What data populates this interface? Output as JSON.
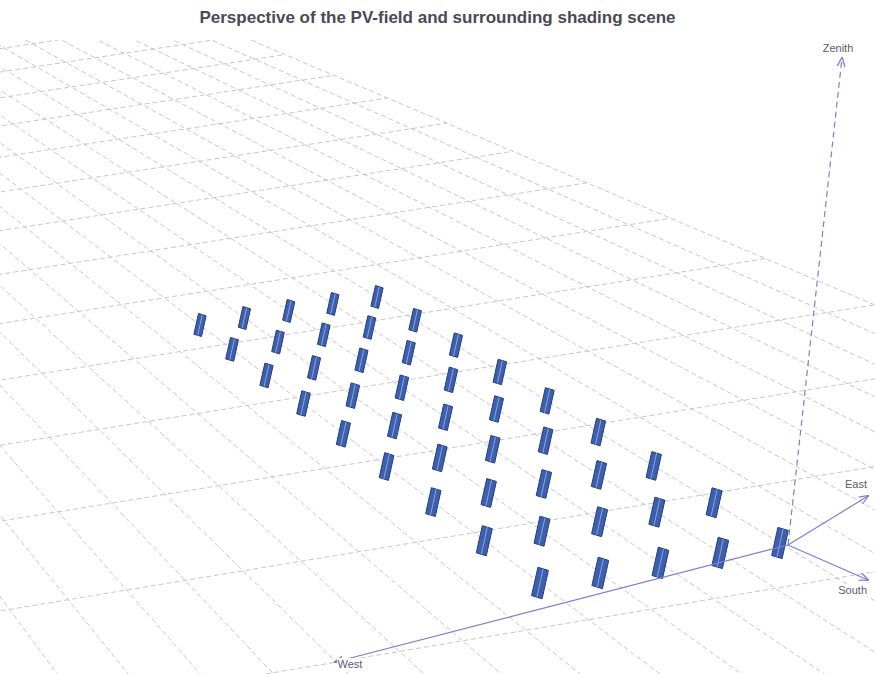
{
  "diagram": {
    "title": "Perspective of the PV-field and surrounding shading scene",
    "labels": [
      "Zenith",
      "East",
      "South",
      "West"
    ]
  }
}
